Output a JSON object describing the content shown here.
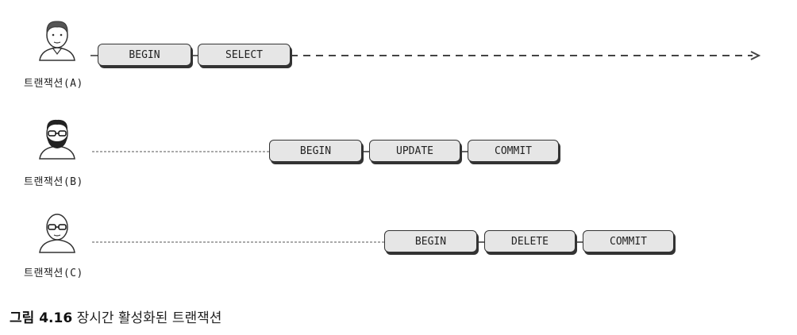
{
  "transactions": [
    {
      "label": "트랜잭션(A)",
      "operations": [
        "BEGIN",
        "SELECT"
      ]
    },
    {
      "label": "트랜잭션(B)",
      "operations": [
        "BEGIN",
        "UPDATE",
        "COMMIT"
      ]
    },
    {
      "label": "트랜잭션(C)",
      "operations": [
        "BEGIN",
        "DELETE",
        "COMMIT"
      ]
    }
  ],
  "caption": {
    "number": "그림 4.16",
    "text": "장시간 활성화된 트랜잭션"
  }
}
